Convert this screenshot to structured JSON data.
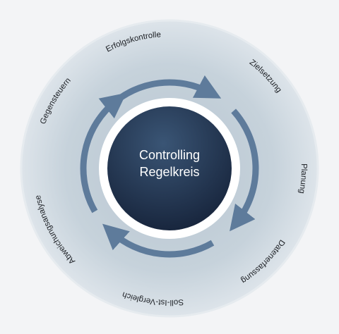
{
  "diagram": {
    "center": {
      "line1": "Controlling",
      "line2": "Regelkreis"
    },
    "steps": [
      {
        "label": "Zielsetzung"
      },
      {
        "label": "Planung"
      },
      {
        "label": "Datenerfassung"
      },
      {
        "label": "Soll-Ist-Vergleich"
      },
      {
        "label": "Abweichungsanalyse"
      },
      {
        "label": "Gegensteuern"
      },
      {
        "label": "Erfolgskontrolle"
      }
    ],
    "colors": {
      "background": "#f3f4f6",
      "outer_ring": "#d7dfe5",
      "inner_ring": "#b9c7d2",
      "white_band": "#ffffff",
      "core_dark": "#18253a",
      "core_light": "#3a5575",
      "arrow": "#5e7b9b",
      "label": "#1c1f24"
    }
  }
}
